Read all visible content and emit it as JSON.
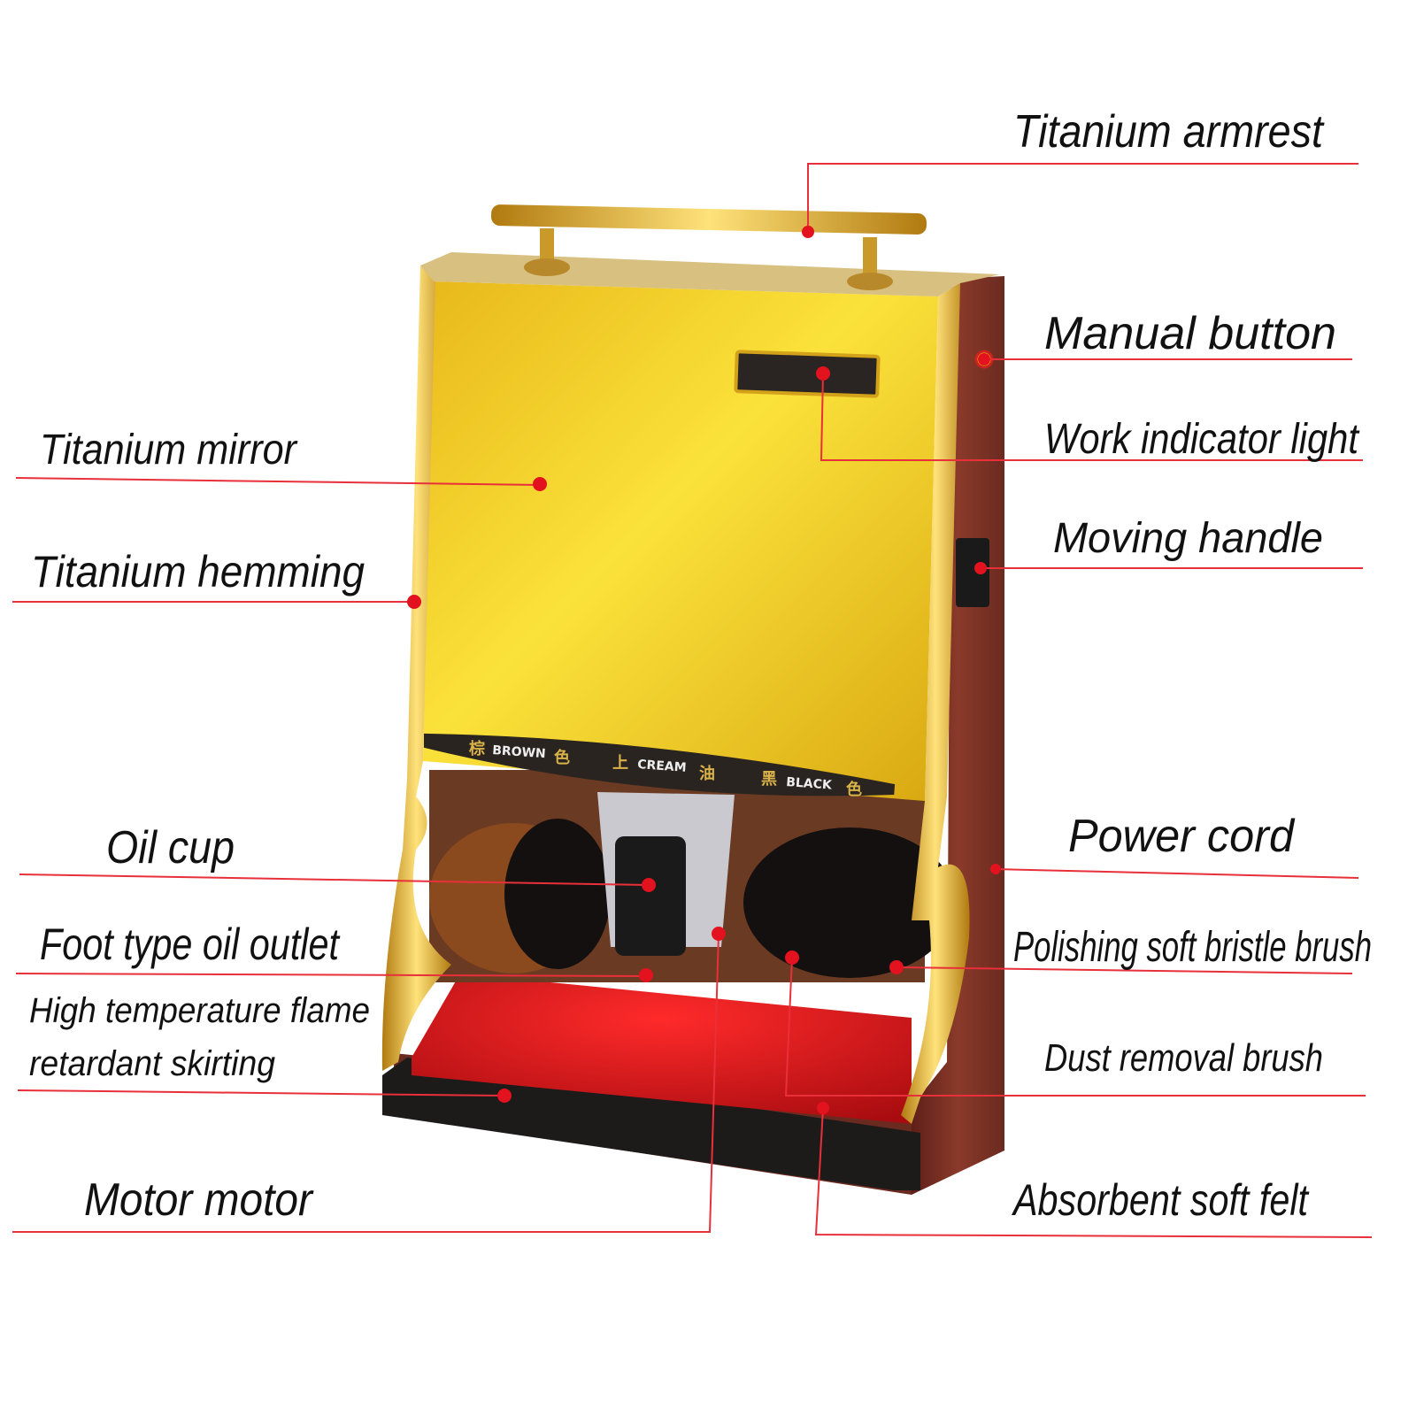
{
  "callouts": {
    "titanium_armrest": "Titanium armrest",
    "manual_button": "Manual button",
    "work_indicator_light": "Work indicator light",
    "moving_handle": "Moving handle",
    "power_cord": "Power cord",
    "polishing_brush": "Polishing soft bristle brush",
    "dust_removal_brush": "Dust removal brush",
    "absorbent_felt": "Absorbent soft felt",
    "titanium_mirror": "Titanium mirror",
    "titanium_hemming": "Titanium hemming",
    "oil_cup": "Oil cup",
    "foot_oil_outlet": "Foot type oil outlet",
    "skirting_line1": "High temperature flame",
    "skirting_line2": "retardant skirting",
    "motor": "Motor motor"
  },
  "front_strip": {
    "brown_cn1": "棕",
    "brown": "BROWN",
    "brown_cn2": "色",
    "cream_cn1": "上",
    "cream": "CREAM",
    "cream_cn2": "油",
    "black_cn1": "黑",
    "black": "BLACK",
    "black_cn2": "色"
  },
  "colors": {
    "leader": "#e3121f",
    "gold": "#f5d22a",
    "wood": "#7a2e22",
    "felt": "#d4141a"
  }
}
